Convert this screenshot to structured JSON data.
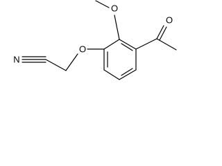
{
  "structure": {
    "atoms": {
      "O_methoxy": "O",
      "O_ether": "O",
      "N_nitrile": "N",
      "O_carbonyl": "O"
    },
    "colors": {
      "bond": "#000000",
      "label": "#000000",
      "background": "#ffffff"
    }
  }
}
